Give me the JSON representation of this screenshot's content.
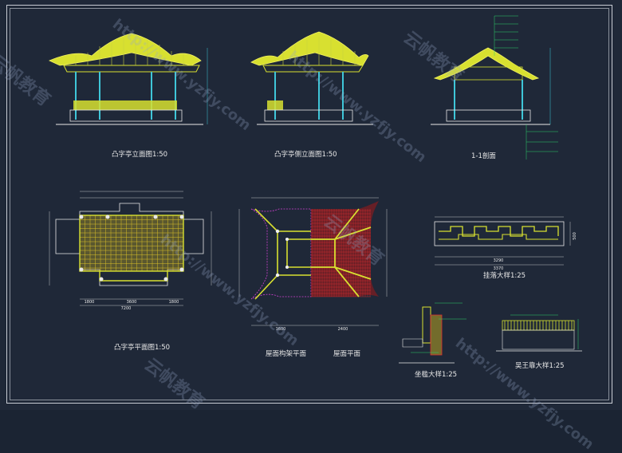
{
  "titles": {
    "front_elevation": "凸字亭立面图1:50",
    "side_elevation": "凸字亭侧立面图1:50",
    "section": "1-1剖面",
    "plan": "凸字亭平面图1:50",
    "roof_frame_plan": "屋面构架平面",
    "roof_plan": "屋面平面",
    "hanging_detail": "挂落大样1:25",
    "seat_detail": "坐槛大样1:25",
    "bench_detail": "吴王靠大样1:25"
  },
  "dimensions": {
    "hanging_width_inner": "3290",
    "hanging_width_outer": "3370",
    "hanging_height": "500",
    "plan_total": "7200",
    "plan_a": "1800",
    "plan_b": "3600",
    "roof_a": "1600",
    "roof_b": "2400"
  },
  "watermark": {
    "text1": "云帆教育",
    "text2": "http://www.yzfjy.com"
  },
  "colors": {
    "background": "#1f2838",
    "roof": "#d8e030",
    "column": "#3fc6d8",
    "hatch": "#e03030",
    "magenta": "#d040d0",
    "line": "#e8e8e8"
  }
}
